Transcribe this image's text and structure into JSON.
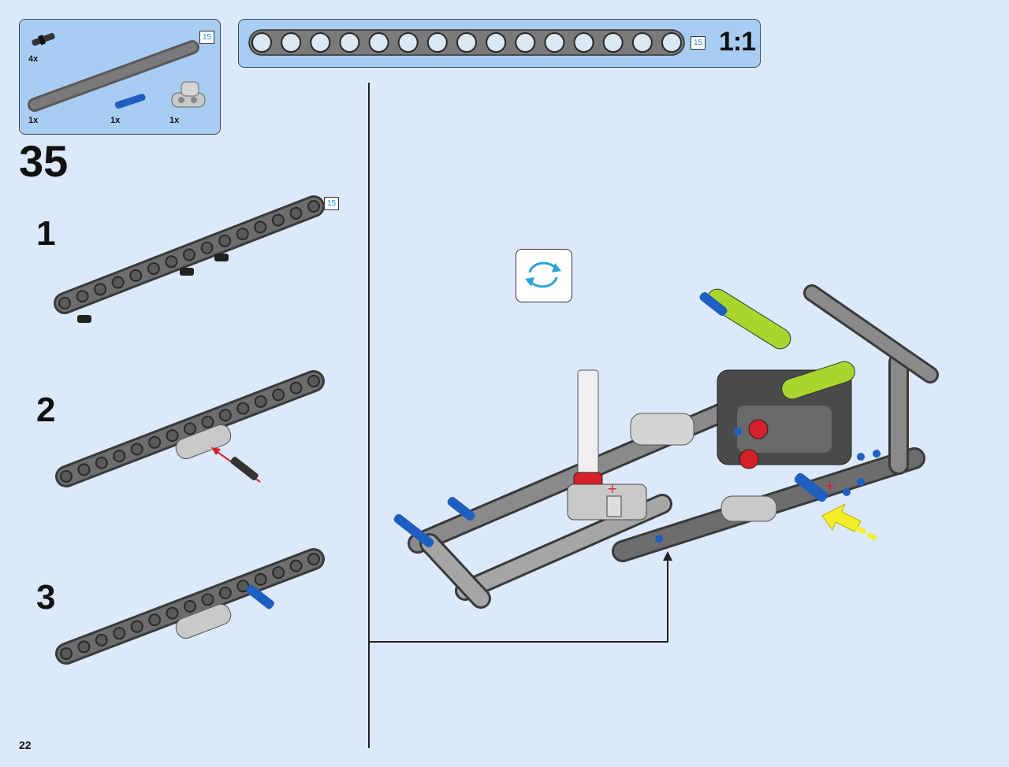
{
  "parts_callout": {
    "items": [
      {
        "name": "black-connector-pin",
        "qty": "4x"
      },
      {
        "name": "long-gray-beam",
        "qty": "1x",
        "length": "15"
      },
      {
        "name": "blue-axle-pin",
        "qty": "1x"
      },
      {
        "name": "light-gray-connector",
        "qty": "1x"
      }
    ]
  },
  "ruler": {
    "length": "15",
    "scale": "1:1"
  },
  "step": {
    "number": "35"
  },
  "substeps": [
    {
      "number": "1",
      "length": "15"
    },
    {
      "number": "2"
    },
    {
      "number": "3"
    }
  ],
  "page": {
    "number": "22"
  },
  "colors": {
    "background": "#dce9fa",
    "callout": "#a9cdf2",
    "beam": "#6b6b6b",
    "axle_blue": "#1f5fbf",
    "lime": "#a8d62e",
    "red": "#d6202a",
    "arrow_yellow": "#f4ee2b"
  },
  "icons": {
    "rotate": "rotate-model-icon"
  }
}
